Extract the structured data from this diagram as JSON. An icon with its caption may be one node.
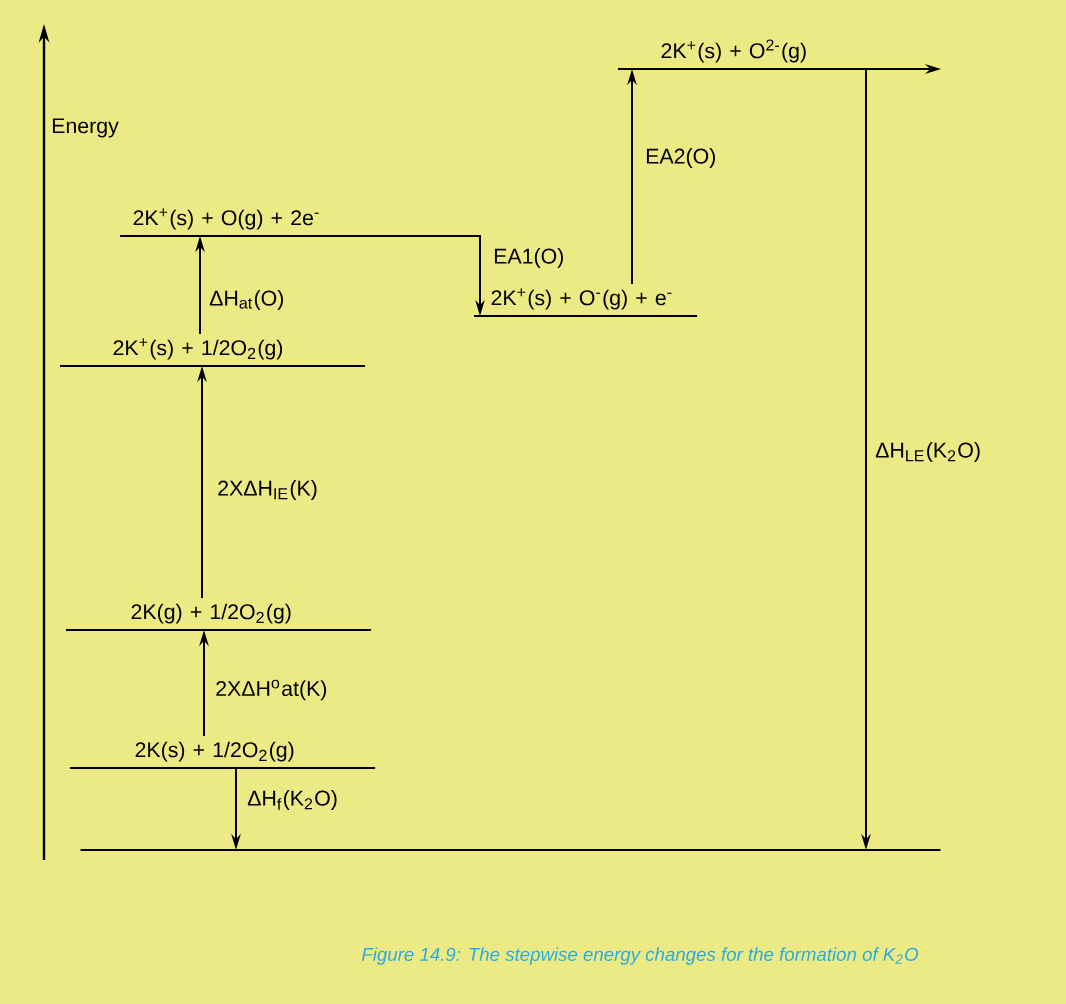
{
  "diagram": {
    "caption": "Figure 14.9: The stepwise energy changes for the formation of K$_{2}$O",
    "nodes": [
      {
        "text": [
          "2K$^{+}$(s) + O$^{2-}$(g)"
        ]
      },
      {
        "text": [
          "2K$^{+}$(s) + O(g) + 2e$^{-}$"
        ]
      },
      {
        "text": [
          "2K$^{+}$(s) + O$^{-}$(g) + e$^{-}$"
        ]
      },
      {
        "text": [
          "2K$^{+}$(s) + 1/2O$_{2}$(g)"
        ]
      },
      {
        "text": [
          "2K(g) + 1/2O$_{2}$(g)"
        ]
      },
      {
        "text": [
          "2K(s) + 1/2O$_{2}$(g)"
        ]
      },
      {
        "text": [],
        "shape": "line"
      }
    ],
    "edges": [
      {
        "from": 5,
        "to": 4,
        "arrow": "to",
        "label": "2XΔH$^{o}$at(K)"
      },
      {
        "from": 4,
        "to": 3,
        "arrow": "to",
        "label": "2XΔH$_{IE}$(K)"
      },
      {
        "from": 3,
        "to": 1,
        "arrow": "to",
        "label": "ΔH$_{at}$(O)"
      },
      {
        "from": 1,
        "to": 2,
        "arrow": "to",
        "label": "EA1(O)"
      },
      {
        "from": 2,
        "to": 0,
        "arrow": "to",
        "label": "EA2(O)"
      },
      {
        "from": 0,
        "to": 6,
        "arrow": "to",
        "label": "ΔH$_{LE}$(K$_{2}$O)"
      },
      {
        "from": 5,
        "to": 6,
        "arrow": "to",
        "label": "ΔH$_{f}$(K$_{2}$O)"
      }
    ],
    "labels": [
      "Energy"
    ]
  }
}
